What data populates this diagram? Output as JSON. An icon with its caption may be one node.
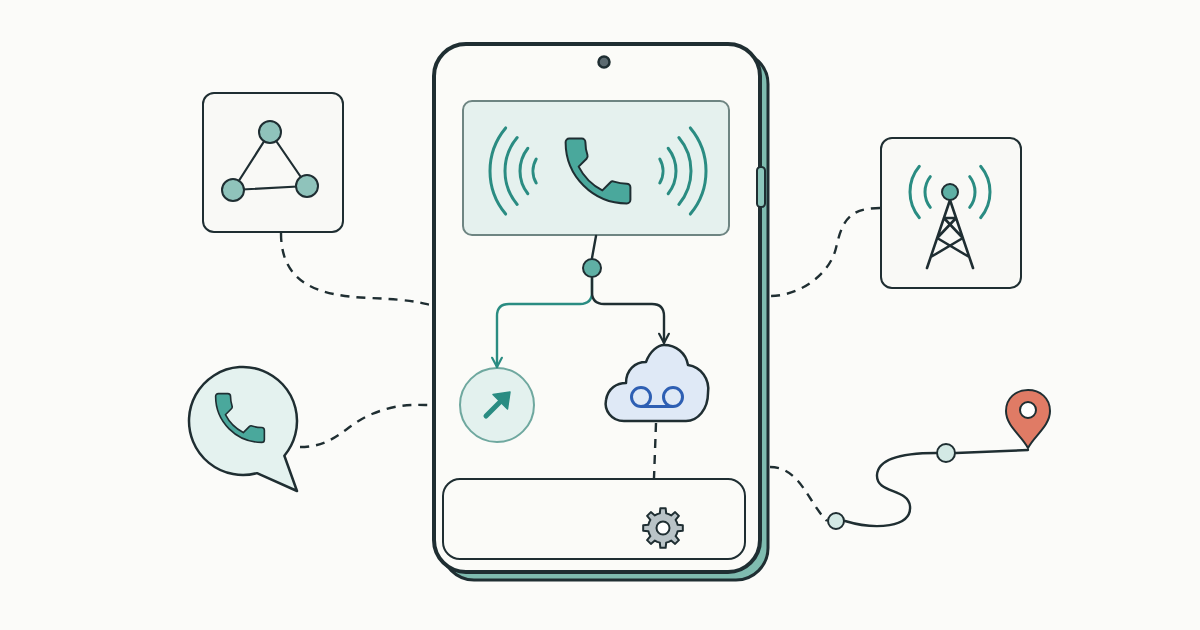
{
  "diagram": {
    "nodes": [
      {
        "text": [],
        "shape": "phone"
      },
      {
        "text": [],
        "shape": "box",
        "in": 0
      },
      {
        "text": [],
        "shape": "circle",
        "in": 0
      },
      {
        "text": [],
        "shape": "circle",
        "in": 0
      },
      {
        "text": [],
        "shape": "cloud",
        "in": 0
      },
      {
        "text": [],
        "shape": "box",
        "in": 0
      },
      {
        "text": [],
        "shape": "box"
      },
      {
        "text": [],
        "shape": "bubble"
      },
      {
        "text": [],
        "shape": "box"
      },
      {
        "text": [],
        "shape": "circle"
      },
      {
        "text": [],
        "shape": "circle"
      },
      {
        "text": [],
        "shape": "pin"
      }
    ],
    "edges": [
      {
        "from": 1,
        "to": 2,
        "arrow": "none"
      },
      {
        "from": 2,
        "to": 3,
        "arrow": "to",
        "color": "#2a8c82"
      },
      {
        "from": 2,
        "to": 4,
        "arrow": "to"
      },
      {
        "from": 4,
        "to": 5,
        "arrow": "none",
        "style": "dashed"
      },
      {
        "from": 6,
        "to": 0,
        "arrow": "none",
        "style": "dashed"
      },
      {
        "from": 7,
        "to": 0,
        "arrow": "none",
        "style": "dashed"
      },
      {
        "from": 8,
        "to": 0,
        "arrow": "none",
        "style": "dashed"
      },
      {
        "from": 0,
        "to": 9,
        "arrow": "none",
        "style": "dashed"
      },
      {
        "from": 9,
        "to": 10,
        "arrow": "none"
      },
      {
        "from": 10,
        "to": 11,
        "arrow": "none"
      }
    ]
  }
}
